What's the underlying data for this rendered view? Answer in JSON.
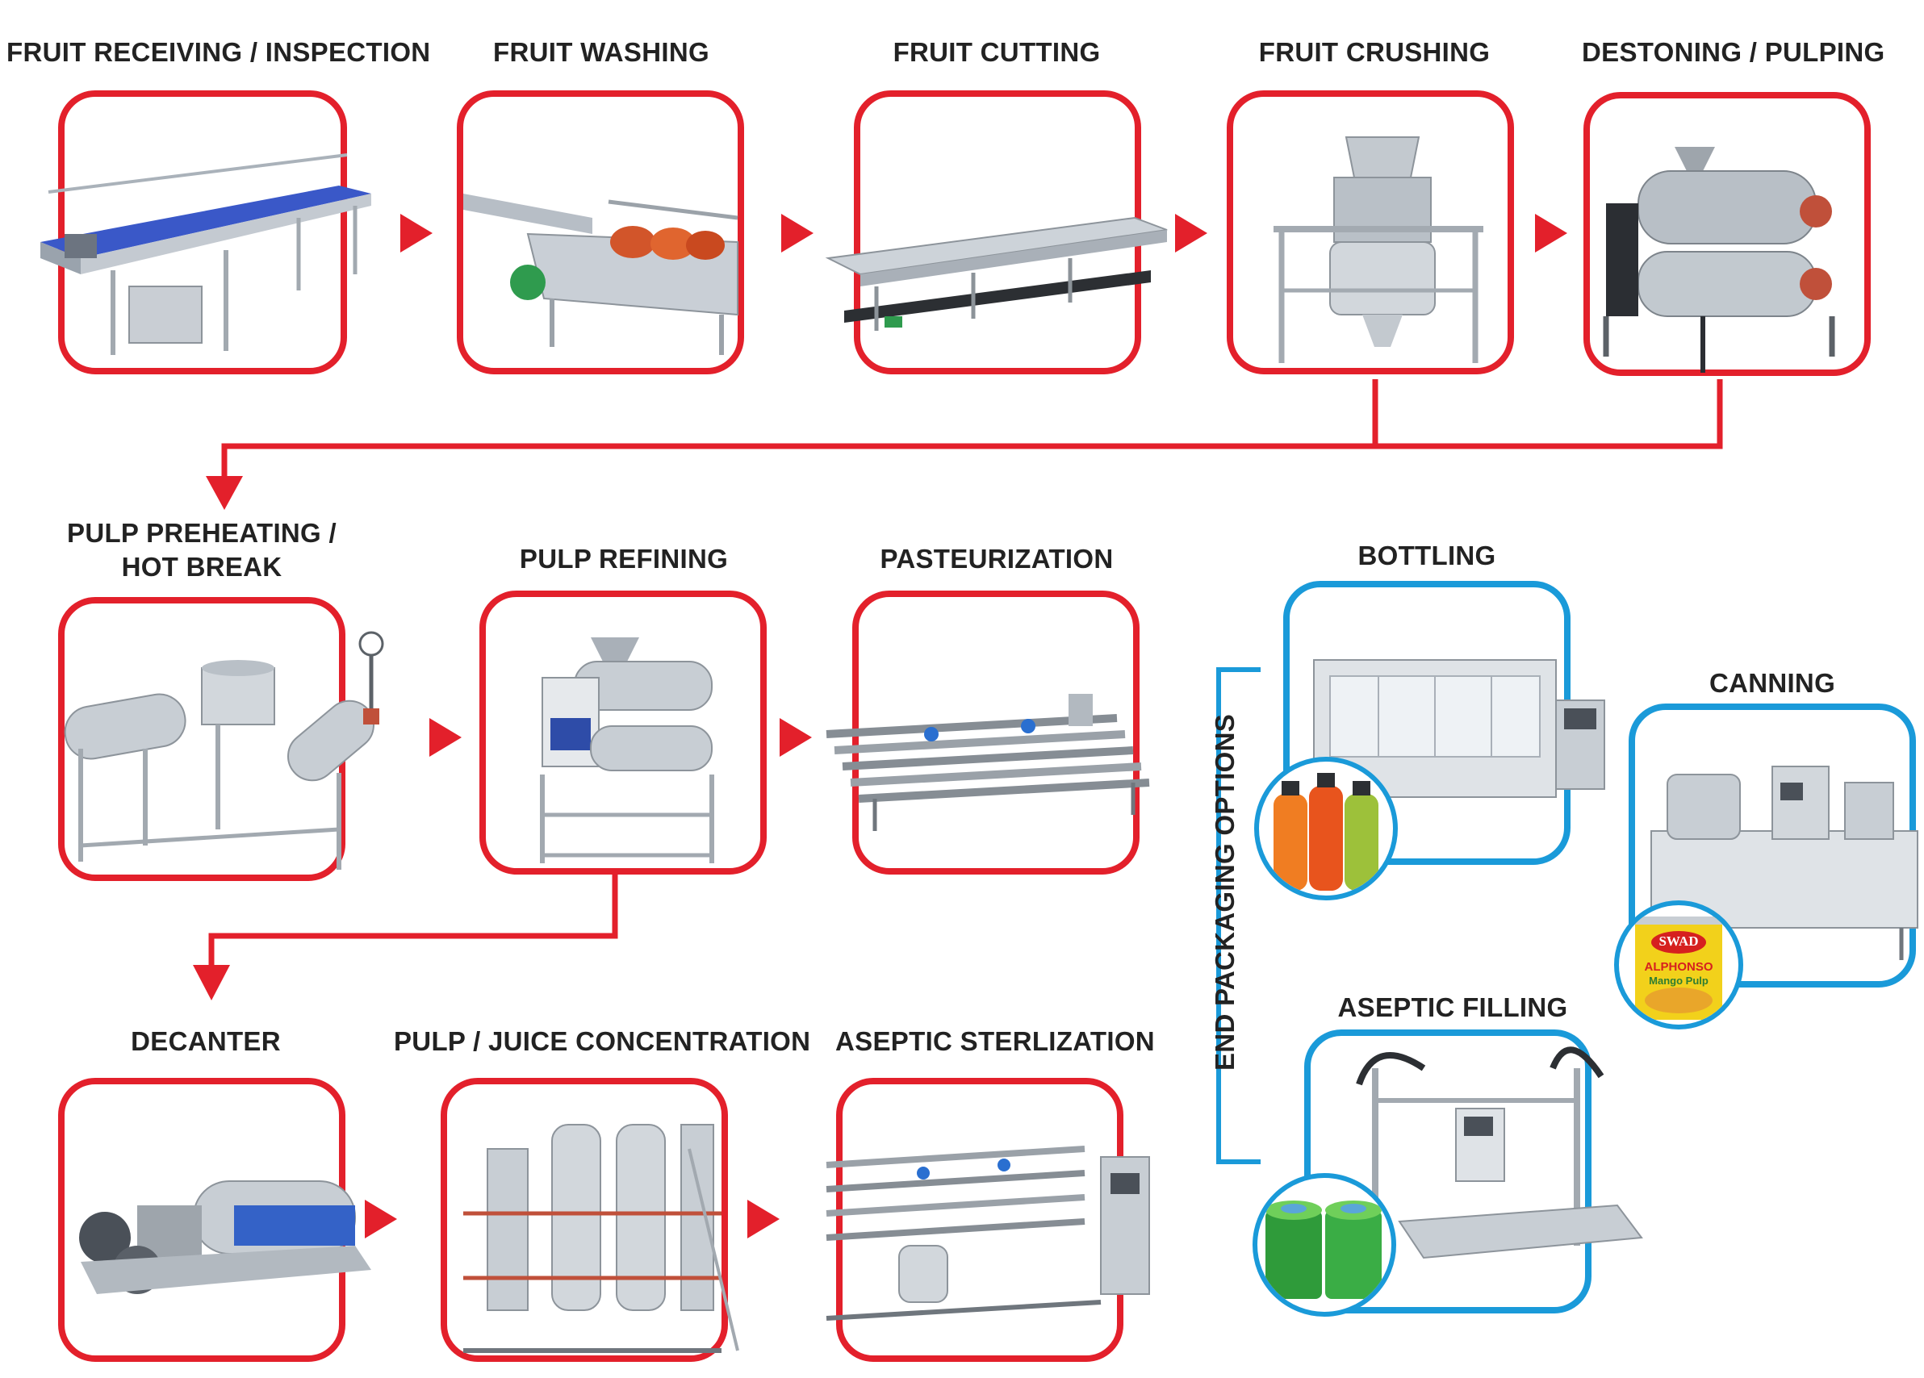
{
  "colors": {
    "step_border": "#e3202b",
    "packaging_border": "#1a9ad9",
    "connector": "#e3202b",
    "packaging_connector": "#1a9ad9",
    "text": "#222222"
  },
  "steps": [
    {
      "id": "s1",
      "label": "FRUIT RECEIVING / INSPECTION",
      "icon": "conveyor-icon"
    },
    {
      "id": "s2",
      "label": "FRUIT WASHING",
      "icon": "washer-icon"
    },
    {
      "id": "s3",
      "label": "FRUIT CUTTING",
      "icon": "cutting-table-icon"
    },
    {
      "id": "s4",
      "label": "FRUIT CRUSHING",
      "icon": "crusher-icon"
    },
    {
      "id": "s5",
      "label": "DESTONING / PULPING",
      "icon": "pulper-icon"
    },
    {
      "id": "s6",
      "label_line1": "PULP PREHEATING /",
      "label_line2": "HOT BREAK",
      "icon": "preheater-icon"
    },
    {
      "id": "s7",
      "label": "PULP REFINING",
      "icon": "refiner-icon"
    },
    {
      "id": "s8",
      "label": "PASTEURIZATION",
      "icon": "pasteurizer-icon"
    },
    {
      "id": "s9",
      "label": "DECANTER",
      "icon": "decanter-icon"
    },
    {
      "id": "s10",
      "label": "PULP / JUICE CONCENTRATION",
      "icon": "evaporator-icon"
    },
    {
      "id": "s11",
      "label": "ASEPTIC STERLIZATION",
      "icon": "sterilizer-icon"
    }
  ],
  "packaging": {
    "title": "END PACKAGING OPTIONS",
    "options": [
      {
        "id": "p1",
        "label": "BOTTLING",
        "icon": "bottling-machine-icon",
        "badge": "bottles-icon"
      },
      {
        "id": "p2",
        "label": "CANNING",
        "icon": "canning-machine-icon",
        "badge": "can-icon",
        "can_brand": "SWAD",
        "can_line1": "ALPHONSO",
        "can_line2": "Mango Pulp"
      },
      {
        "id": "p3",
        "label": "ASEPTIC FILLING",
        "icon": "aseptic-filler-icon",
        "badge": "drums-icon"
      }
    ]
  }
}
